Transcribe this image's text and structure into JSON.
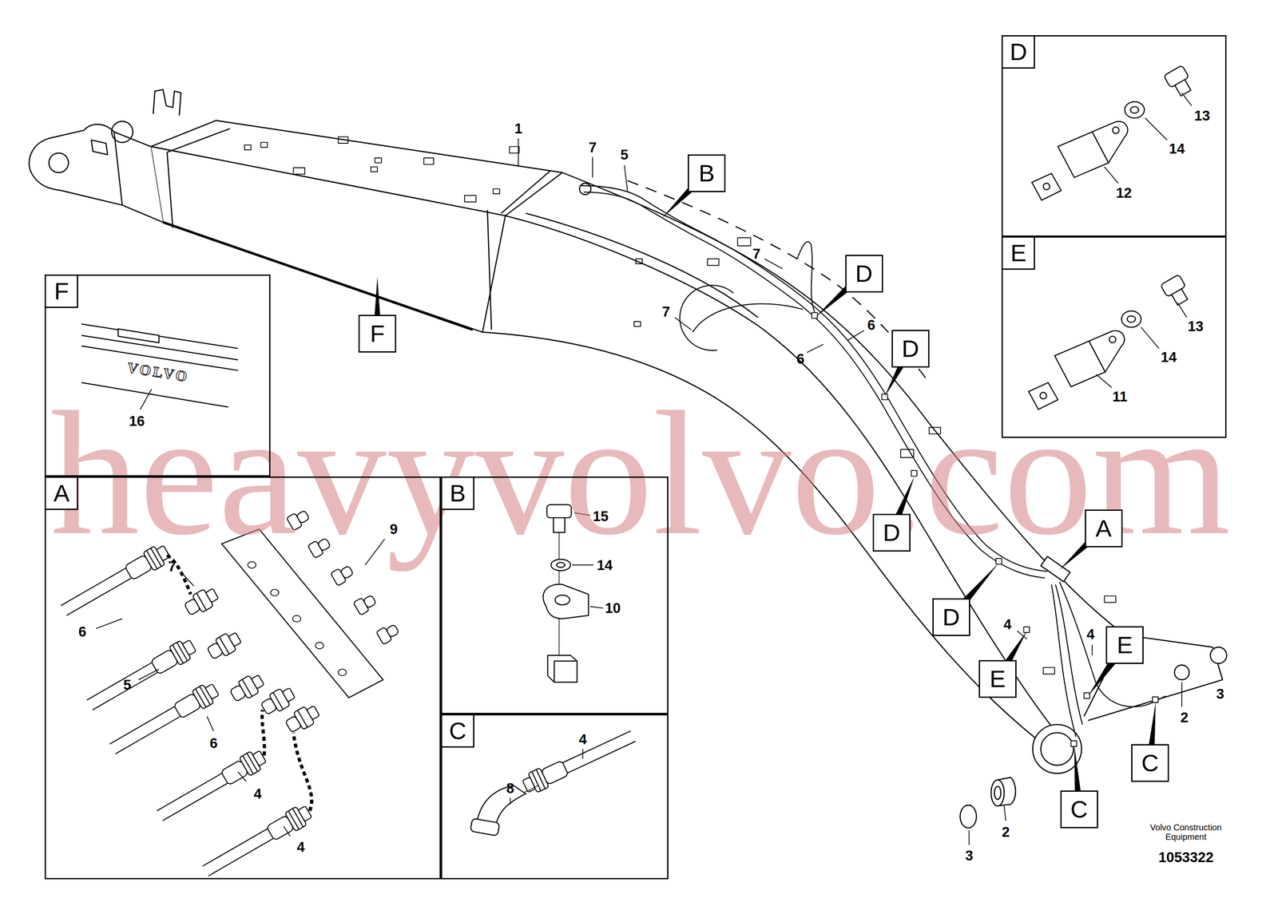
{
  "diagram": {
    "nodes": [
      {
        "text": [
          "D"
        ]
      },
      {
        "text": [
          "B"
        ]
      },
      {
        "text": [
          "E"
        ]
      },
      {
        "text": [
          "D"
        ]
      },
      {
        "text": [
          "F"
        ]
      },
      {
        "text": [
          "F"
        ]
      },
      {
        "text": [
          "D"
        ]
      },
      {
        "text": [
          "A"
        ]
      },
      {
        "text": [
          "B"
        ]
      },
      {
        "text": [
          "A"
        ]
      },
      {
        "text": [
          "D"
        ]
      },
      {
        "text": [
          "D"
        ]
      },
      {
        "text": [
          "E"
        ]
      },
      {
        "text": [
          "E"
        ]
      },
      {
        "text": [
          "C"
        ]
      },
      {
        "text": [
          "C"
        ]
      },
      {
        "text": [
          "C"
        ]
      }
    ],
    "labels": [
      "1",
      "7",
      "5",
      "7",
      "7",
      "6",
      "6",
      "4",
      "4",
      "2",
      "3",
      "2",
      "3",
      "7",
      "9",
      "6",
      "5",
      "6",
      "4",
      "4",
      "15",
      "14",
      "10",
      "4",
      "8",
      "13",
      "14",
      "12",
      "13",
      "14",
      "11",
      "VOLVO",
      "16",
      "Volvo Construction Equipment",
      "1053322",
      "heavyvolvo.com"
    ]
  }
}
